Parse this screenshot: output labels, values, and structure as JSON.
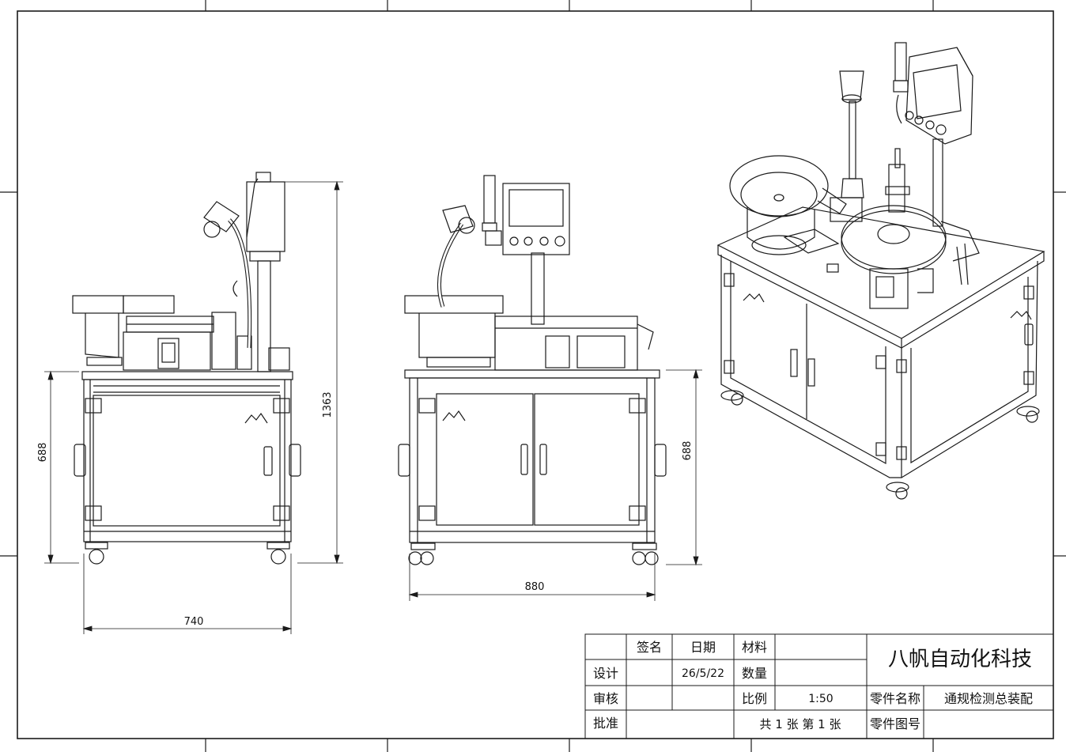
{
  "dimensions": {
    "front_width": "740",
    "front_height": "688",
    "overall_height": "1363",
    "side_width": "880",
    "side_height": "688"
  },
  "title_block": {
    "company": "八帆自动化科技",
    "hdr_sign": "签名",
    "hdr_date": "日期",
    "hdr_material": "材料",
    "row_design": "设计",
    "design_date": "26/5/22",
    "qty_label": "数量",
    "row_review": "审核",
    "scale_label": "比例",
    "scale_value": "1:50",
    "part_name_label": "零件名称",
    "part_name": "通规检测总装配",
    "row_approve": "批准",
    "sheet_info": "共 1 张  第 1 张",
    "drawing_no_label": "零件图号"
  },
  "line_color": "#1a1a1a"
}
